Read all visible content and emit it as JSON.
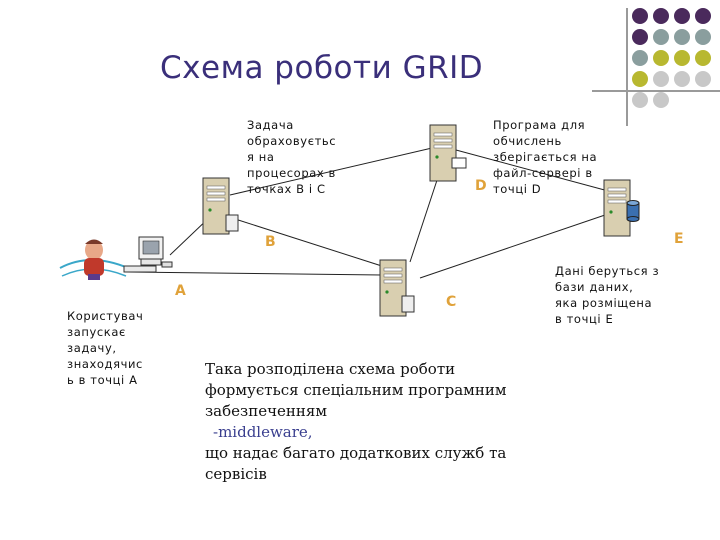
{
  "title": "Схема роботи GRID",
  "colors": {
    "title": "#3a2f7a",
    "letters": "#e0a23a",
    "dots": [
      "#4a2a5c",
      "#8a9e9e",
      "#b8b830",
      "#c8c8c8"
    ],
    "middleware": "#3a3f8f"
  },
  "nodes": {
    "a": "A",
    "b": "B",
    "c": "C",
    "d": "D",
    "e": "E"
  },
  "notes": {
    "task_lines": [
      "Задача",
      "обраховуєтьс",
      "я на",
      "процесорах в",
      "точках В і С"
    ],
    "program_lines": [
      "Програма для",
      "обчислень",
      "зберігається на",
      "файл-сервері в",
      "точці  D"
    ],
    "data_lines": [
      "Дані беруться з",
      "бази даних,",
      "яка розміщена",
      "в точці Е"
    ],
    "user_lines": [
      "Користувач",
      "запускає",
      "задачу,",
      "знаходячис",
      "ь в точці А"
    ]
  },
  "description": {
    "line1": "Така розподілена схема роботи",
    "line2": "формується   спеціальним програмним",
    "line3": "забезпеченням",
    "middleware": "-middleware,",
    "line5": "що  надає багато додаткових служб та",
    "line6": "сервісів"
  }
}
